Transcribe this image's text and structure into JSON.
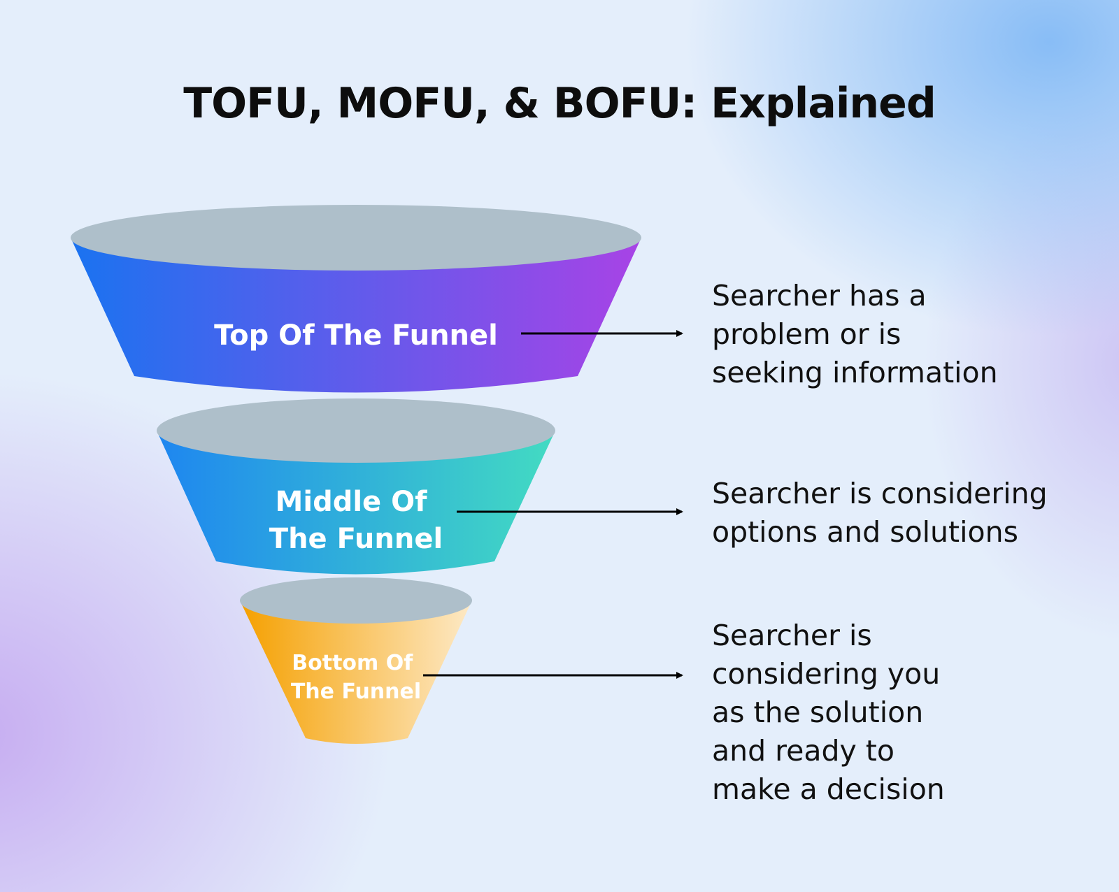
{
  "title": "TOFU, MOFU, & BOFU: Explained",
  "stages": [
    {
      "label_lines": [
        "Top Of The Funnel"
      ],
      "description_lines": [
        "Searcher has a",
        "problem or is",
        "seeking information"
      ],
      "colors": [
        "#1a73f0",
        "#a843e6"
      ]
    },
    {
      "label_lines": [
        "Middle Of",
        "The Funnel"
      ],
      "description_lines": [
        "Searcher is considering",
        "options and solutions"
      ],
      "colors": [
        "#1e86f0",
        "#43dbc2"
      ]
    },
    {
      "label_lines": [
        "Bottom Of",
        "The Funnel"
      ],
      "description_lines": [
        "Searcher is",
        "considering you",
        "as the solution",
        "and ready to",
        "make a decision"
      ],
      "colors": [
        "#f5a000",
        "#fde9c6"
      ]
    }
  ],
  "rim_color": "#aebfca"
}
